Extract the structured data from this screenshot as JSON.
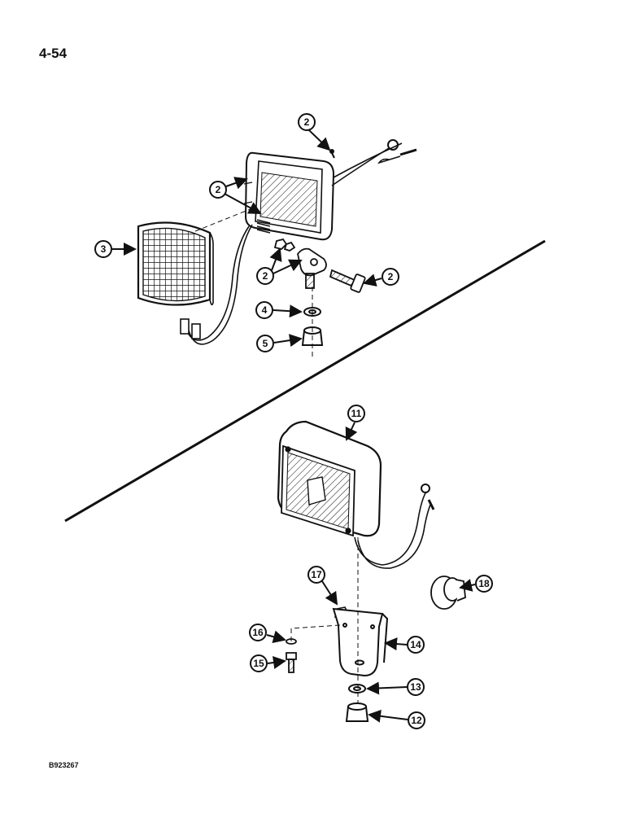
{
  "page": {
    "number": "4-54",
    "figure_code": "B923267"
  },
  "callouts": {
    "c2a": "2",
    "c2b": "2",
    "c3": "3",
    "c2c": "2",
    "c2d": "2",
    "c4": "4",
    "c5": "5",
    "c11": "11",
    "c17": "17",
    "c18": "18",
    "c16": "16",
    "c14": "14",
    "c15": "15",
    "c13": "13",
    "c12": "12"
  },
  "colors": {
    "ink": "#111111",
    "paper": "#ffffff"
  }
}
